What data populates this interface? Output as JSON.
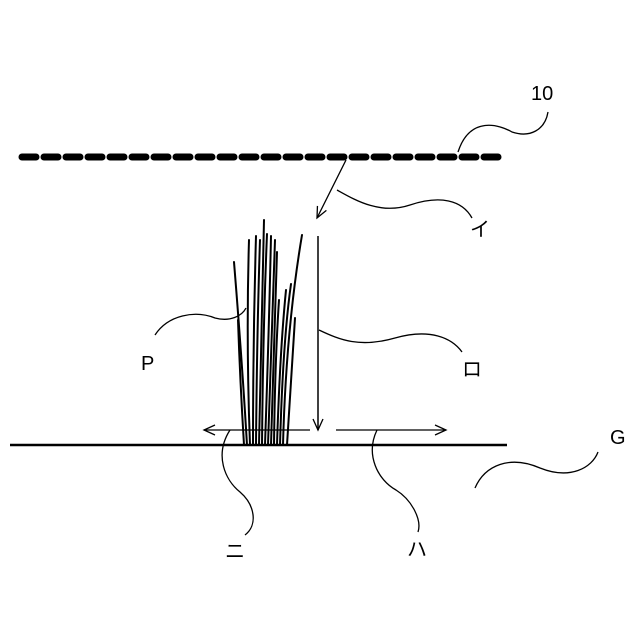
{
  "labels": {
    "member_10": "10",
    "i": "イ",
    "ro": "ロ",
    "p": "P",
    "g": "G",
    "ni": "ニ",
    "ha": "ハ"
  }
}
